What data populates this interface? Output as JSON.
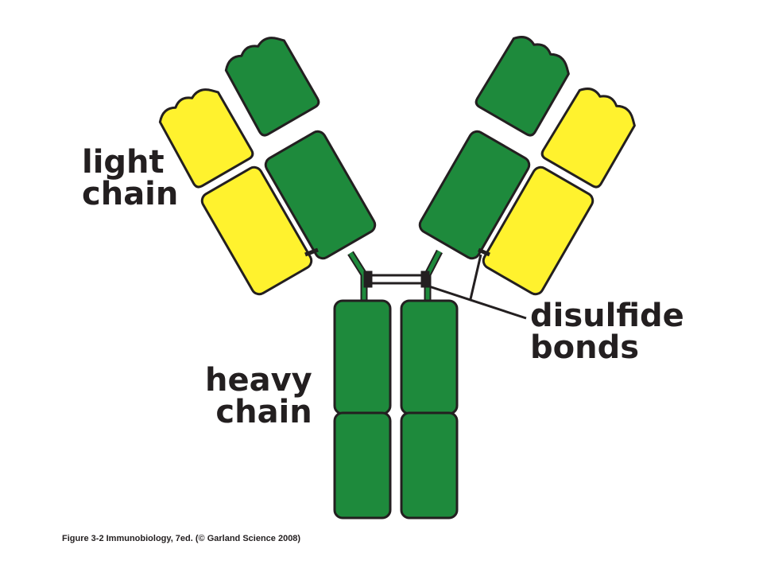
{
  "labels": {
    "light_chain": [
      "light",
      "chain"
    ],
    "heavy_chain": [
      "heavy",
      "chain"
    ],
    "disulfide_bonds": [
      "disulfide",
      "bonds"
    ]
  },
  "caption": "Figure 3-2  Immunobiology, 7ed. (© Garland Science 2008)",
  "colors": {
    "heavy_chain_fill": "#1e8a3c",
    "light_chain_fill": "#fff22e",
    "outline": "#231f20",
    "bond": "#231f20",
    "background": "#ffffff"
  }
}
